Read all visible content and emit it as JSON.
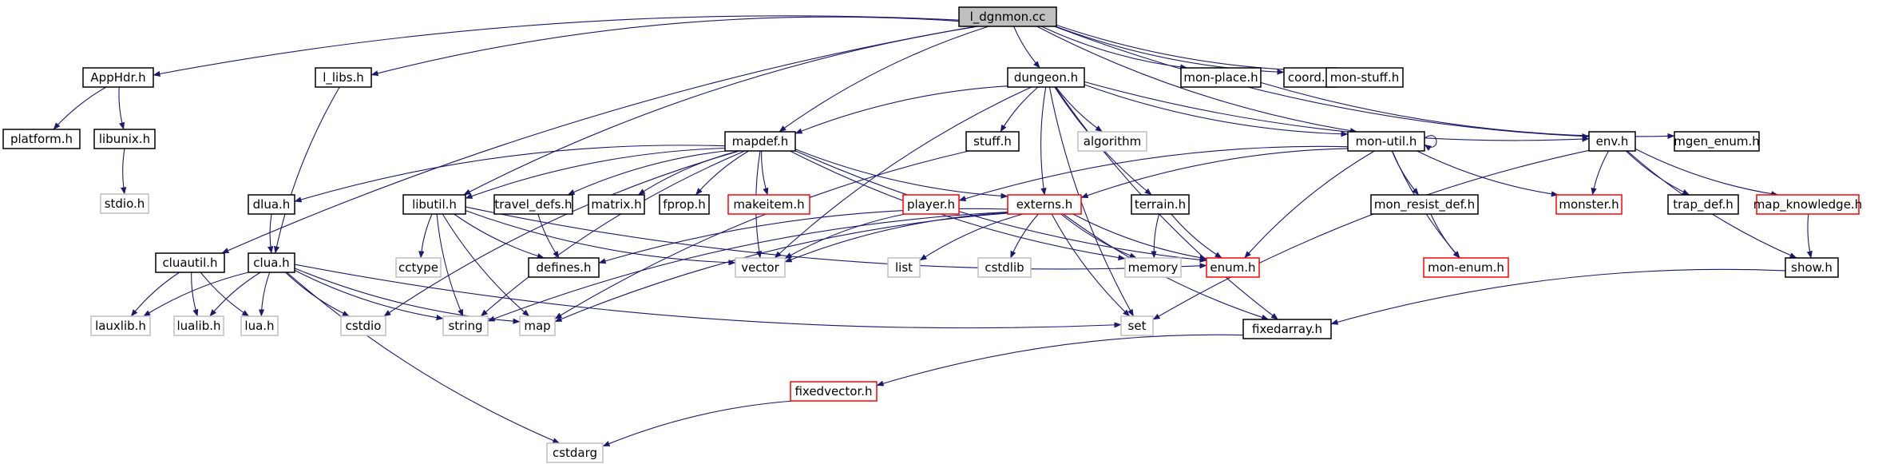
{
  "graph": {
    "colors": {
      "root_fill": "#bfbfbf",
      "normal": "#000000",
      "truncated": "#ff0000",
      "system": "#bfbfbf",
      "edge": "#191970"
    },
    "nodes": [
      {
        "id": "root",
        "label": "l_dgnmon.cc",
        "style": "root"
      },
      {
        "id": "apphdr",
        "label": "AppHdr.h",
        "style": "normal"
      },
      {
        "id": "llibs",
        "label": "l_libs.h",
        "style": "normal"
      },
      {
        "id": "dungeon",
        "label": "dungeon.h",
        "style": "normal"
      },
      {
        "id": "monplace",
        "label": "mon-place.h",
        "style": "normal"
      },
      {
        "id": "coord",
        "label": "coord.h",
        "style": "normal"
      },
      {
        "id": "monstuff",
        "label": "mon-stuff.h",
        "style": "normal"
      },
      {
        "id": "platform",
        "label": "platform.h",
        "style": "normal"
      },
      {
        "id": "libunix",
        "label": "libunix.h",
        "style": "normal"
      },
      {
        "id": "stdio",
        "label": "stdio.h",
        "style": "system"
      },
      {
        "id": "mapdef",
        "label": "mapdef.h",
        "style": "normal"
      },
      {
        "id": "stuff",
        "label": "stuff.h",
        "style": "normal"
      },
      {
        "id": "algorithm",
        "label": "algorithm",
        "style": "system"
      },
      {
        "id": "monutil",
        "label": "mon-util.h",
        "style": "normal"
      },
      {
        "id": "env",
        "label": "env.h",
        "style": "normal"
      },
      {
        "id": "mgenenum",
        "label": "mgen_enum.h",
        "style": "normal"
      },
      {
        "id": "dlua",
        "label": "dlua.h",
        "style": "normal"
      },
      {
        "id": "libutil",
        "label": "libutil.h",
        "style": "normal"
      },
      {
        "id": "traveldefs",
        "label": "travel_defs.h",
        "style": "normal"
      },
      {
        "id": "matrix",
        "label": "matrix.h",
        "style": "normal"
      },
      {
        "id": "fprop",
        "label": "fprop.h",
        "style": "normal"
      },
      {
        "id": "makeitem",
        "label": "makeitem.h",
        "style": "truncated"
      },
      {
        "id": "player",
        "label": "player.h",
        "style": "truncated"
      },
      {
        "id": "externs",
        "label": "externs.h",
        "style": "truncated"
      },
      {
        "id": "terrain",
        "label": "terrain.h",
        "style": "normal"
      },
      {
        "id": "monresist",
        "label": "mon_resist_def.h",
        "style": "normal"
      },
      {
        "id": "monster",
        "label": "monster.h",
        "style": "truncated"
      },
      {
        "id": "trapdef",
        "label": "trap_def.h",
        "style": "normal"
      },
      {
        "id": "mapknow",
        "label": "map_knowledge.h",
        "style": "truncated"
      },
      {
        "id": "cluautil",
        "label": "cluautil.h",
        "style": "normal"
      },
      {
        "id": "clua",
        "label": "clua.h",
        "style": "normal"
      },
      {
        "id": "cctype",
        "label": "cctype",
        "style": "system"
      },
      {
        "id": "defines",
        "label": "defines.h",
        "style": "normal"
      },
      {
        "id": "vector",
        "label": "vector",
        "style": "system"
      },
      {
        "id": "list",
        "label": "list",
        "style": "system"
      },
      {
        "id": "cstdlib",
        "label": "cstdlib",
        "style": "system"
      },
      {
        "id": "memory",
        "label": "memory",
        "style": "system"
      },
      {
        "id": "enum",
        "label": "enum.h",
        "style": "truncated"
      },
      {
        "id": "monenum",
        "label": "mon-enum.h",
        "style": "truncated"
      },
      {
        "id": "show",
        "label": "show.h",
        "style": "normal"
      },
      {
        "id": "lauxlib",
        "label": "lauxlib.h",
        "style": "system"
      },
      {
        "id": "lualib",
        "label": "lualib.h",
        "style": "system"
      },
      {
        "id": "luah",
        "label": "lua.h",
        "style": "system"
      },
      {
        "id": "cstdio",
        "label": "cstdio",
        "style": "system"
      },
      {
        "id": "string",
        "label": "string",
        "style": "system"
      },
      {
        "id": "map",
        "label": "map",
        "style": "system"
      },
      {
        "id": "set",
        "label": "set",
        "style": "system"
      },
      {
        "id": "fixedarray",
        "label": "fixedarray.h",
        "style": "normal"
      },
      {
        "id": "fixedvector",
        "label": "fixedvector.h",
        "style": "truncated"
      },
      {
        "id": "cstdarg",
        "label": "cstdarg",
        "style": "system"
      }
    ],
    "edges": [
      [
        "root",
        "apphdr"
      ],
      [
        "root",
        "llibs"
      ],
      [
        "root",
        "dungeon"
      ],
      [
        "root",
        "monplace"
      ],
      [
        "root",
        "coord"
      ],
      [
        "root",
        "monstuff"
      ],
      [
        "root",
        "cluautil"
      ],
      [
        "root",
        "mapdef"
      ],
      [
        "root",
        "libutil"
      ],
      [
        "root",
        "env"
      ],
      [
        "root",
        "monutil"
      ],
      [
        "apphdr",
        "platform"
      ],
      [
        "apphdr",
        "libunix"
      ],
      [
        "libunix",
        "stdio"
      ],
      [
        "llibs",
        "clua"
      ],
      [
        "dungeon",
        "mapdef"
      ],
      [
        "dungeon",
        "stuff"
      ],
      [
        "dungeon",
        "algorithm"
      ],
      [
        "dungeon",
        "monutil"
      ],
      [
        "dungeon",
        "env"
      ],
      [
        "dungeon",
        "externs"
      ],
      [
        "dungeon",
        "terrain"
      ],
      [
        "dungeon",
        "vector"
      ],
      [
        "dungeon",
        "set"
      ],
      [
        "dungeon",
        "fixedarray"
      ],
      [
        "monplace",
        "mgenenum"
      ],
      [
        "mapdef",
        "dlua"
      ],
      [
        "mapdef",
        "libutil"
      ],
      [
        "mapdef",
        "traveldefs"
      ],
      [
        "mapdef",
        "matrix"
      ],
      [
        "mapdef",
        "fprop"
      ],
      [
        "mapdef",
        "makeitem"
      ],
      [
        "mapdef",
        "externs"
      ],
      [
        "mapdef",
        "vector"
      ],
      [
        "mapdef",
        "string"
      ],
      [
        "mapdef",
        "cstdio"
      ],
      [
        "mapdef",
        "enum"
      ],
      [
        "mapdef",
        "memory"
      ],
      [
        "stuff",
        "map"
      ],
      [
        "monutil",
        "player"
      ],
      [
        "monutil",
        "externs"
      ],
      [
        "monutil",
        "monresist"
      ],
      [
        "monutil",
        "monster"
      ],
      [
        "monutil",
        "monenum"
      ],
      [
        "monutil",
        "enum"
      ],
      [
        "monutil",
        "monutil"
      ],
      [
        "env",
        "monster"
      ],
      [
        "env",
        "trapdef"
      ],
      [
        "env",
        "mapknow"
      ],
      [
        "env",
        "show"
      ],
      [
        "env",
        "set"
      ],
      [
        "dlua",
        "clua"
      ],
      [
        "libutil",
        "cctype"
      ],
      [
        "libutil",
        "defines"
      ],
      [
        "libutil",
        "string"
      ],
      [
        "libutil",
        "map"
      ],
      [
        "libutil",
        "vector"
      ],
      [
        "libutil",
        "enum"
      ],
      [
        "traveldefs",
        "defines"
      ],
      [
        "player",
        "vector"
      ],
      [
        "externs",
        "defines"
      ],
      [
        "externs",
        "vector"
      ],
      [
        "externs",
        "list"
      ],
      [
        "externs",
        "cstdlib"
      ],
      [
        "externs",
        "memory"
      ],
      [
        "externs",
        "enum"
      ],
      [
        "externs",
        "string"
      ],
      [
        "externs",
        "map"
      ],
      [
        "externs",
        "set"
      ],
      [
        "externs",
        "fixedarray"
      ],
      [
        "terrain",
        "memory"
      ],
      [
        "terrain",
        "enum"
      ],
      [
        "monresist",
        "monenum"
      ],
      [
        "mapknow",
        "show"
      ],
      [
        "show",
        "fixedarray"
      ],
      [
        "cluautil",
        "lauxlib"
      ],
      [
        "cluautil",
        "lualib"
      ],
      [
        "cluautil",
        "luah"
      ],
      [
        "clua",
        "lauxlib"
      ],
      [
        "clua",
        "lualib"
      ],
      [
        "clua",
        "luah"
      ],
      [
        "clua",
        "cstdio"
      ],
      [
        "clua",
        "string"
      ],
      [
        "clua",
        "map"
      ],
      [
        "clua",
        "set"
      ],
      [
        "clua",
        "cstdarg"
      ],
      [
        "fixedarray",
        "fixedvector"
      ],
      [
        "fixedvector",
        "cstdarg"
      ]
    ]
  }
}
